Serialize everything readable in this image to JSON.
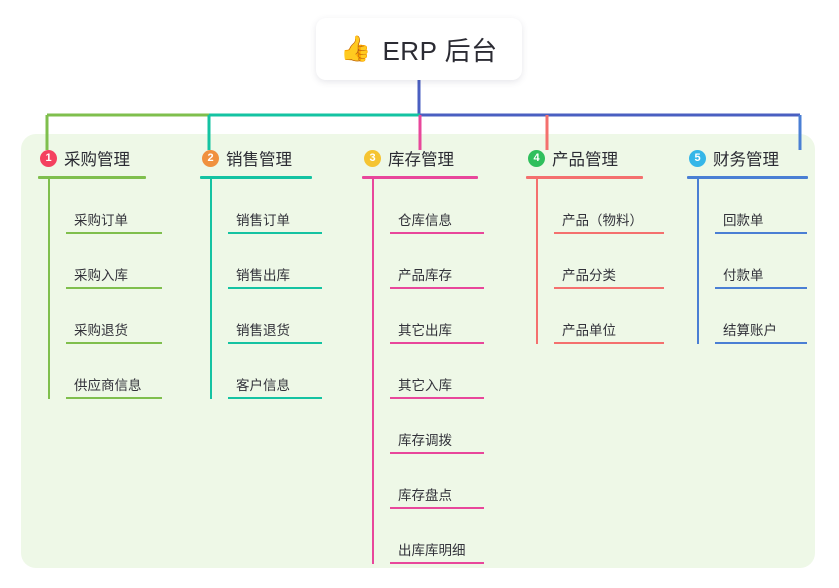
{
  "root": {
    "icon": "thumbs-up-icon",
    "emoji": "👍",
    "title": "ERP 后台"
  },
  "colors": {
    "board_bg": "#eef8e7",
    "root_line": "#4a5fc1",
    "branch1": "#7fbf4d",
    "branch2": "#14c3a2",
    "branch3": "#e8479b",
    "branch4": "#f4706e",
    "branch5": "#4a7fd4",
    "badge1": "#f4415f",
    "badge2": "#f0913e",
    "badge3": "#f5c431",
    "badge4": "#2fbf5c",
    "badge5": "#35b6e8"
  },
  "branches": [
    {
      "number": "1",
      "label": "采购管理",
      "color": "#7fbf4d",
      "badge_color": "#f4415f",
      "items": [
        {
          "label": "采购订单"
        },
        {
          "label": "采购入库"
        },
        {
          "label": "采购退货"
        },
        {
          "label": "供应商信息"
        }
      ]
    },
    {
      "number": "2",
      "label": "销售管理",
      "color": "#14c3a2",
      "badge_color": "#f0913e",
      "items": [
        {
          "label": "销售订单"
        },
        {
          "label": "销售出库"
        },
        {
          "label": "销售退货"
        },
        {
          "label": "客户信息"
        }
      ]
    },
    {
      "number": "3",
      "label": "库存管理",
      "color": "#e8479b",
      "badge_color": "#f5c431",
      "items": [
        {
          "label": "仓库信息"
        },
        {
          "label": "产品库存"
        },
        {
          "label": "其它出库"
        },
        {
          "label": "其它入库"
        },
        {
          "label": "库存调拨"
        },
        {
          "label": "库存盘点"
        },
        {
          "label": "出库库明细"
        }
      ]
    },
    {
      "number": "4",
      "label": "产品管理",
      "color": "#f4706e",
      "badge_color": "#2fbf5c",
      "items": [
        {
          "label": "产品（物料）"
        },
        {
          "label": "产品分类"
        },
        {
          "label": "产品单位"
        }
      ]
    },
    {
      "number": "5",
      "label": "财务管理",
      "color": "#4a7fd4",
      "badge_color": "#35b6e8",
      "items": [
        {
          "label": "回款单"
        },
        {
          "label": "付款单"
        },
        {
          "label": "结算账户"
        }
      ]
    }
  ],
  "layout": {
    "branch_left": [
      38,
      200,
      362,
      526,
      687
    ],
    "header_rule_width": [
      108,
      112,
      116,
      117,
      121
    ],
    "sub_rule_width": [
      96,
      94,
      94,
      110,
      92
    ]
  }
}
